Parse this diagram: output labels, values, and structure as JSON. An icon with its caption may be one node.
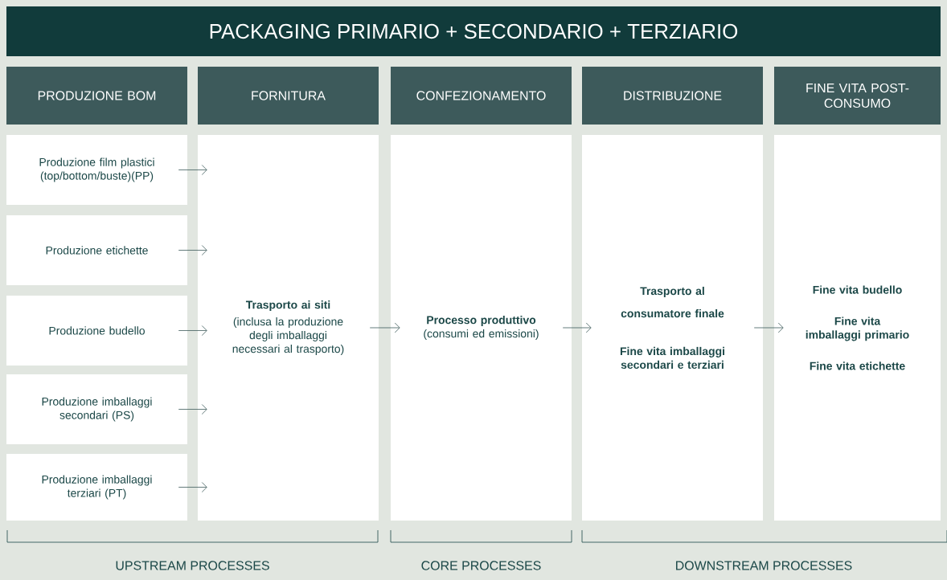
{
  "diagram": {
    "title": "PACKAGING PRIMARIO + SECONDARIO + TERZIARIO",
    "nodes": [
      {
        "text": [
          "PRODUZIONE BOM"
        ]
      },
      {
        "text": [
          "FORNITURA"
        ]
      },
      {
        "text": [
          "CONFEZIONAMENTO"
        ]
      },
      {
        "text": [
          "DISTRIBUZIONE"
        ]
      },
      {
        "text": [
          "FINE VITA POST-CONSUMO"
        ]
      },
      {
        "text": [
          "Produzione film plastici (top/bottom/buste)(PP)"
        ]
      },
      {
        "text": [
          "Produzione etichette"
        ]
      },
      {
        "text": [
          "Produzione budello"
        ]
      },
      {
        "text": [
          "Produzione imballaggi secondari (PS)"
        ]
      },
      {
        "text": [
          "Produzione imballaggi terziari (PT)"
        ]
      },
      {
        "text": [
          "Trasporto ai siti",
          "(inclusa la produzione degli imballaggi necessari al trasporto)"
        ]
      },
      {
        "text": [
          "Processo produttivo",
          "(consumi ed emissioni)"
        ]
      },
      {
        "text": [
          "Trasporto al consumatore finale",
          "Fine vita imballaggi secondari e terziari"
        ]
      },
      {
        "text": [
          "Fine vita budello",
          "Fine vita imballaggi primario",
          "Fine vita etichette"
        ]
      }
    ],
    "edges": [
      {
        "from": 5,
        "to": 10,
        "arrow": "to"
      },
      {
        "from": 6,
        "to": 10,
        "arrow": "to"
      },
      {
        "from": 7,
        "to": 10,
        "arrow": "to"
      },
      {
        "from": 8,
        "to": 10,
        "arrow": "to"
      },
      {
        "from": 9,
        "to": 10,
        "arrow": "to"
      },
      {
        "from": 10,
        "to": 11,
        "arrow": "to"
      },
      {
        "from": 11,
        "to": 12,
        "arrow": "to"
      },
      {
        "from": 12,
        "to": 13,
        "arrow": "to"
      }
    ],
    "labels": [
      "UPSTREAM PROCESSES",
      "CORE PROCESSES",
      "DOWNSTREAM PROCESSES"
    ]
  }
}
